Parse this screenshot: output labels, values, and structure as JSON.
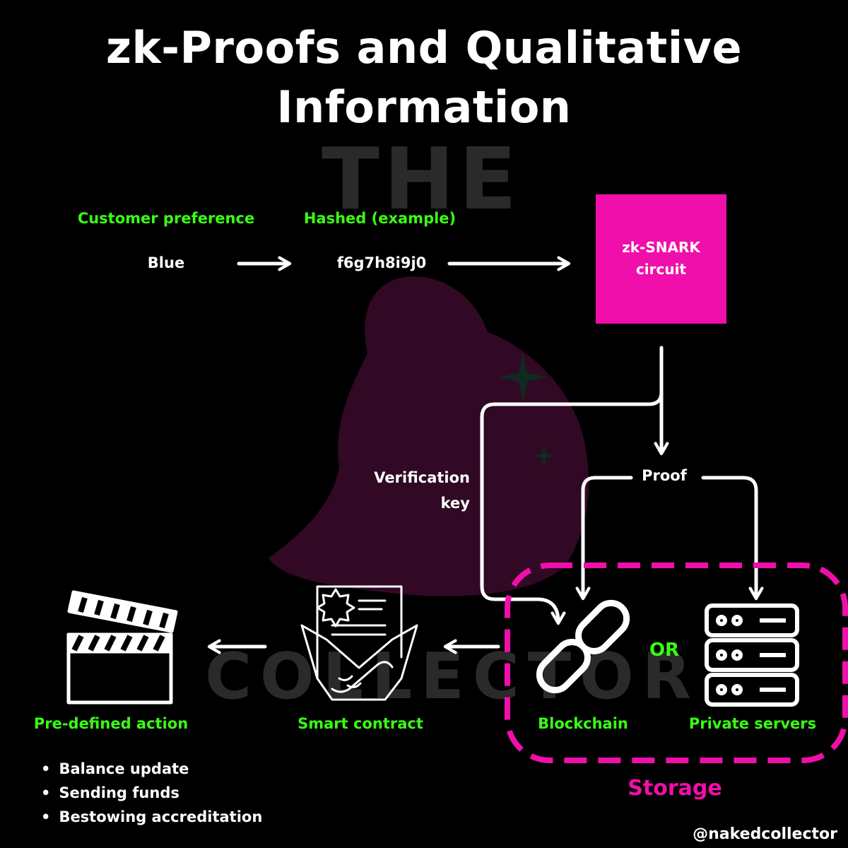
{
  "title": {
    "line1": "zk-Proofs and Qualitative",
    "line2": "Information"
  },
  "watermark": {
    "top": "THE",
    "bottom": "COLLECTOR"
  },
  "flow": {
    "customer_preference_label": "Customer preference",
    "hashed_label": "Hashed (example)",
    "input_value": "Blue",
    "hashed_value": "f6g7h8i9j0",
    "circuit_line1": "zk-SNARK",
    "circuit_line2": "circuit",
    "verification_key_line1": "Verification",
    "verification_key_line2": "key",
    "proof_label": "Proof",
    "or_label": "OR"
  },
  "nodes": {
    "blockchain": "Blockchain",
    "private_servers": "Private servers",
    "smart_contract": "Smart contract",
    "predefined_action": "Pre-defined action"
  },
  "storage_label": "Storage",
  "actions": [
    "Balance update",
    "Sending funds",
    "Bestowing accreditation"
  ],
  "handle": "@nakedcollector",
  "colors": {
    "accent_pink": "#f00faa",
    "label_green": "#39ff14",
    "background": "#000000"
  },
  "icons": [
    "link-chain-icon",
    "server-stack-icon",
    "contract-handshake-icon",
    "clapperboard-icon"
  ]
}
